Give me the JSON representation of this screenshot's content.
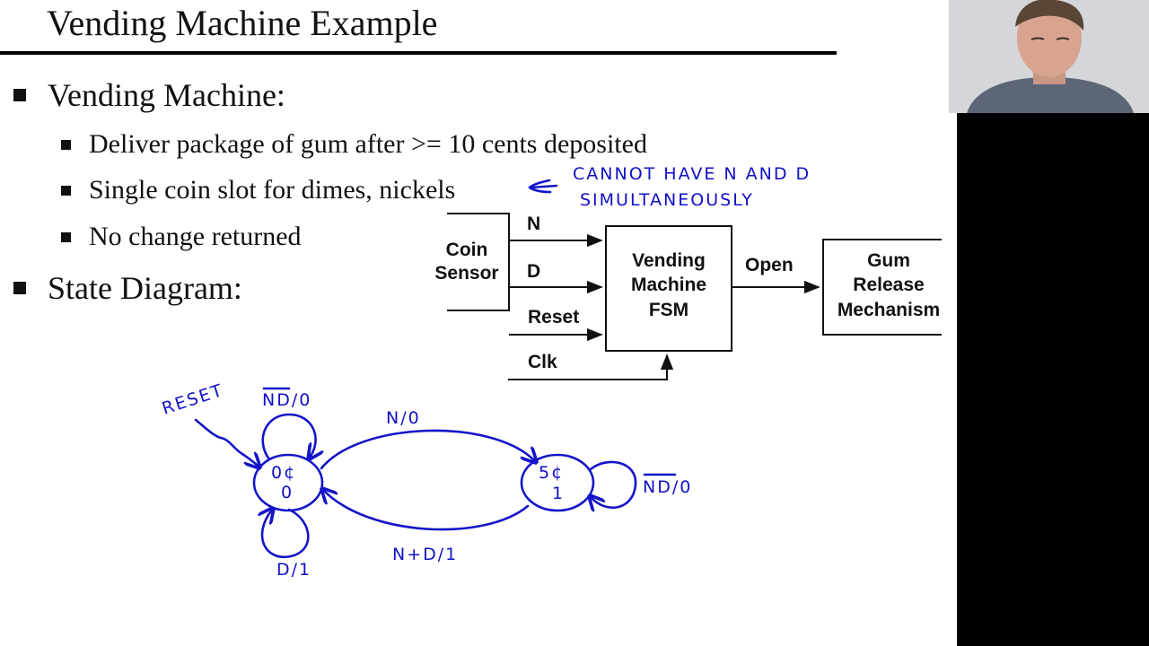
{
  "title": "Vending Machine Example",
  "bullets": {
    "vending_machine": "Vending Machine:",
    "sub": [
      "Deliver package of gum after >= 10 cents deposited",
      "Single coin slot for dimes, nickels",
      "No change returned"
    ],
    "state_diagram": "State Diagram:"
  },
  "block_diagram": {
    "coin_sensor": [
      "Coin",
      "Sensor"
    ],
    "fsm": [
      "Vending",
      "Machine",
      "FSM"
    ],
    "gum_release": [
      "Gum",
      "Release",
      "Mechanism"
    ],
    "inputs": {
      "n": "N",
      "d": "D",
      "reset": "Reset",
      "clk": "Clk"
    },
    "output": "Open"
  },
  "annotations": {
    "note_line1": "CANNOT HAVE N AND D",
    "note_line2": "SIMULTANEOUSLY",
    "reset": "RESET",
    "state0_name": "0¢",
    "state0_out": "0",
    "state5_name": "5¢",
    "state5_out": "1",
    "self0_top": "ND/0",
    "self0_bottom": "D/1",
    "trans_top": "N/0",
    "trans_bottom": "N+D/1",
    "self5": "ND/0"
  },
  "colors": {
    "ink": "#1414c8",
    "text": "#111111"
  }
}
